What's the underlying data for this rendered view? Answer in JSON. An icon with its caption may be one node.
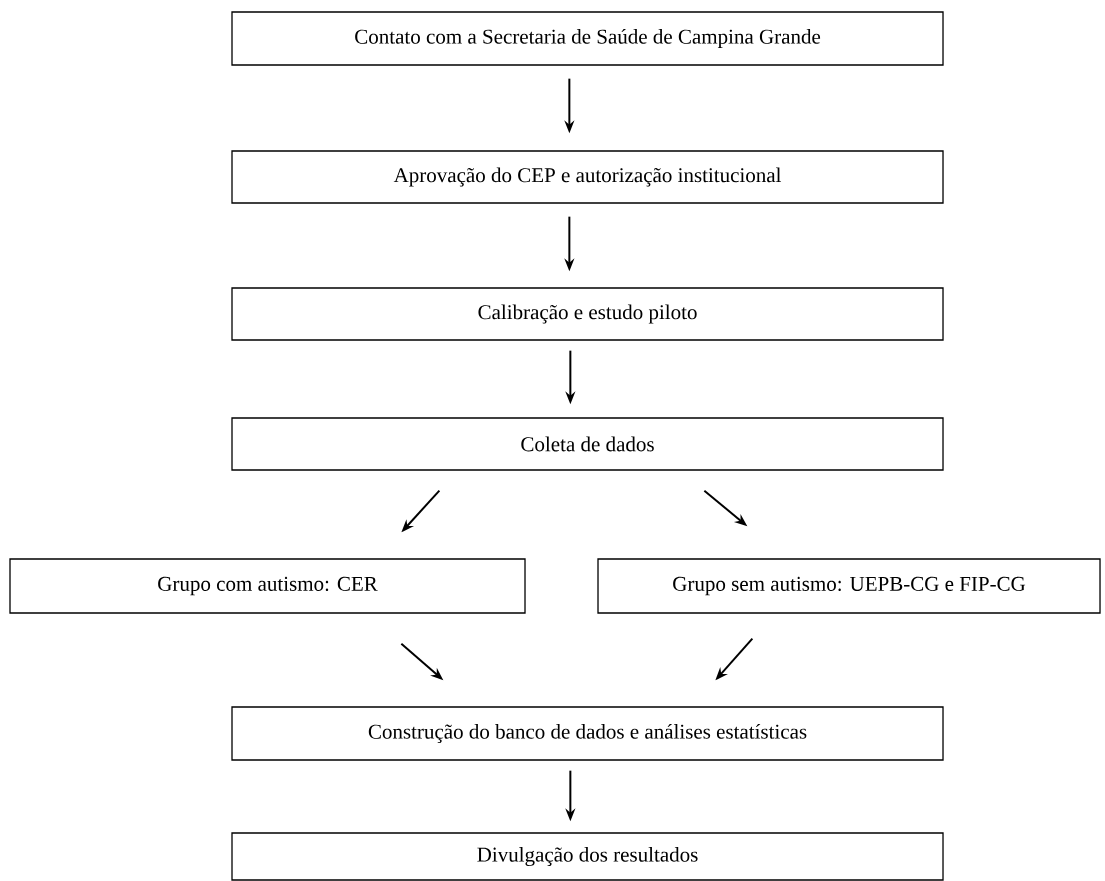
{
  "diagram": {
    "nodes": [
      {
        "text": [
          "Contato com a Secretaria de Saúde de Campina Grande"
        ]
      },
      {
        "text": [
          "Aprovação do CEP e autorização institucional"
        ]
      },
      {
        "text": [
          "Calibração e estudo piloto"
        ]
      },
      {
        "text": [
          "Coleta de dados"
        ]
      },
      {
        "text": [
          "Grupo com autismo: CER"
        ]
      },
      {
        "text": [
          "Grupo sem autismo: UEPB-CG e FIP-CG"
        ]
      },
      {
        "text": [
          "Construção do banco de dados e análises estatísticas"
        ]
      },
      {
        "text": [
          "Divulgação dos resultados"
        ]
      }
    ],
    "edges": [
      {
        "from": 0,
        "to": 1,
        "arrow": "to"
      },
      {
        "from": 1,
        "to": 2,
        "arrow": "to"
      },
      {
        "from": 2,
        "to": 3,
        "arrow": "to"
      },
      {
        "from": 3,
        "to": 4,
        "arrow": "to"
      },
      {
        "from": 3,
        "to": 5,
        "arrow": "to"
      },
      {
        "from": 4,
        "to": 6,
        "arrow": "to"
      },
      {
        "from": 5,
        "to": 6,
        "arrow": "to"
      },
      {
        "from": 6,
        "to": 7,
        "arrow": "to"
      }
    ]
  }
}
